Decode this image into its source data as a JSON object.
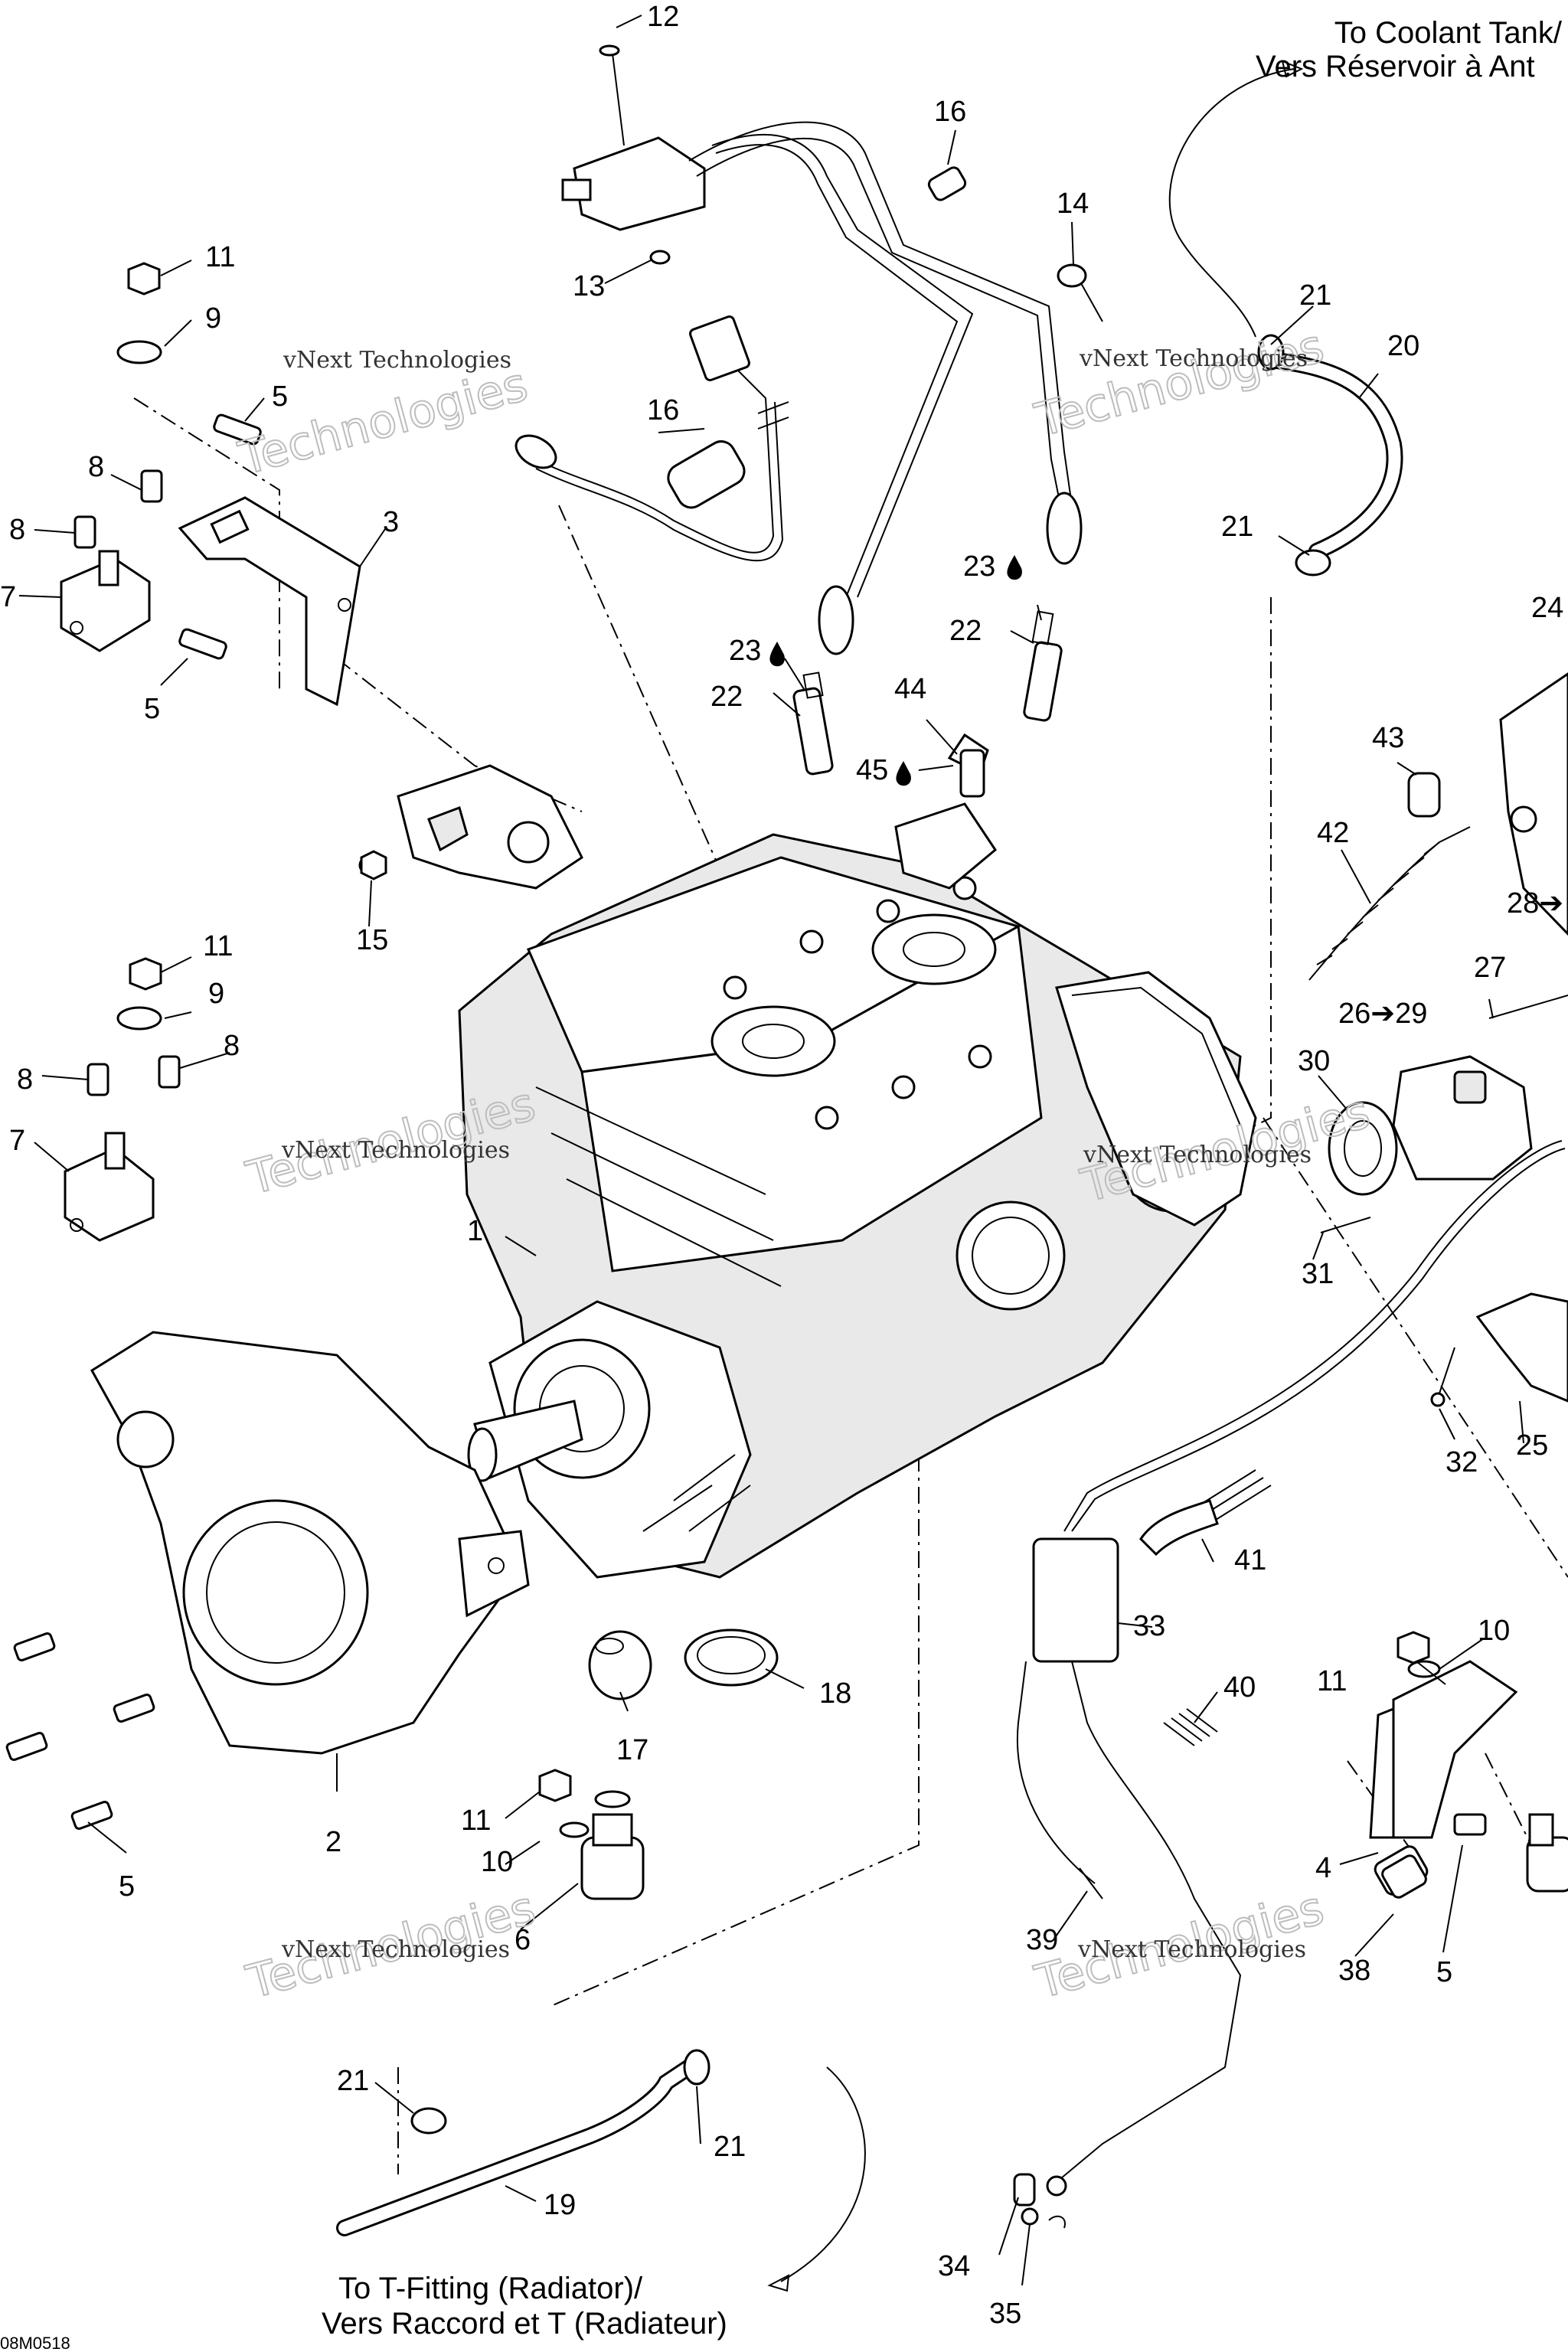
{
  "notes": {
    "coolant_tank_en": "To Coolant Tank/",
    "coolant_tank_fr": "Vers Réservoir à Ant",
    "t_fitting_en": "To T-Fitting (Radiator)/",
    "t_fitting_fr": "Vers Raccord et T (Radiateur)"
  },
  "watermark": {
    "line1": "vNext Technologies",
    "line2": "Technologies"
  },
  "drawing_code": "08M0518",
  "callouts": {
    "c1": "1",
    "c2": "2",
    "c3": "3",
    "c4": "4",
    "c5a": "5",
    "c5b": "5",
    "c5c": "5",
    "c5d": "5",
    "c6": "6",
    "c7a": "7",
    "c7b": "7",
    "c8a": "8",
    "c8b": "8",
    "c8c": "8",
    "c8d": "8",
    "c9a": "9",
    "c9b": "9",
    "c10a": "10",
    "c10b": "10",
    "c11a": "11",
    "c11b": "11",
    "c11c": "11",
    "c11d": "11",
    "c12": "12",
    "c13": "13",
    "c14": "14",
    "c15": "15",
    "c16a": "16",
    "c16b": "16",
    "c17": "17",
    "c18": "18",
    "c19": "19",
    "c20": "20",
    "c21a": "21",
    "c21b": "21",
    "c21c": "21",
    "c21d": "21",
    "c22a": "22",
    "c22b": "22",
    "c23a": "23",
    "c23b": "23",
    "c24": "24",
    "c25": "25",
    "c26": "26➔29",
    "c27": "27",
    "c28": "28➔",
    "c30": "30",
    "c31": "31",
    "c32": "32",
    "c33": "33",
    "c34": "34",
    "c35": "35",
    "c38": "38",
    "c39": "39",
    "c40": "40",
    "c41": "41",
    "c42": "42",
    "c43": "43",
    "c44": "44",
    "c45": "45"
  }
}
